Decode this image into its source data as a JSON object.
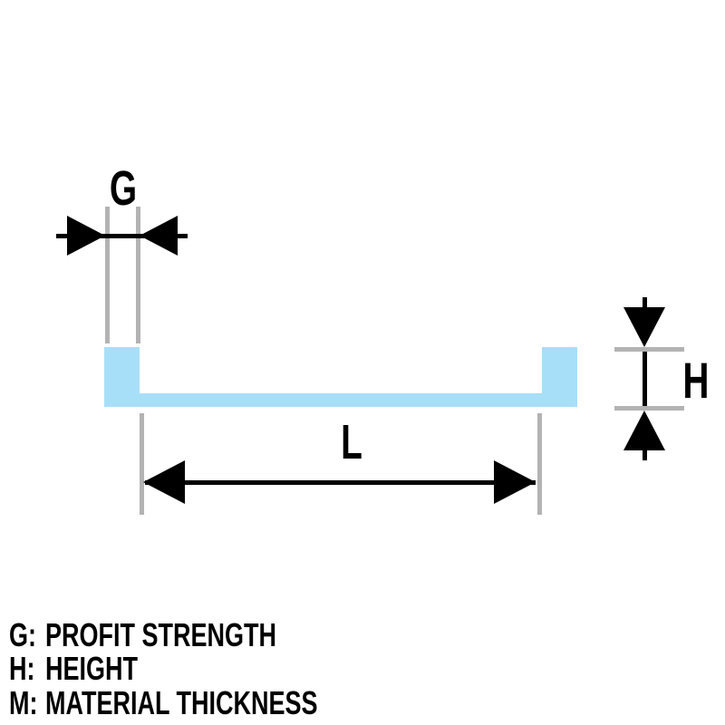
{
  "diagram": {
    "labels": {
      "g": "G",
      "l": "L",
      "h": "H"
    },
    "colors": {
      "profile_fill": "#A8DFF8",
      "extension_line": "#B3B3B3",
      "ink": "#000000",
      "background": "#FFFFFF"
    }
  },
  "legend": {
    "items": [
      {
        "key": "G:",
        "label": "PROFIT STRENGTH"
      },
      {
        "key": "H:",
        "label": "HEIGHT"
      },
      {
        "key": "M:",
        "label": "MATERIAL THICKNESS"
      }
    ]
  }
}
